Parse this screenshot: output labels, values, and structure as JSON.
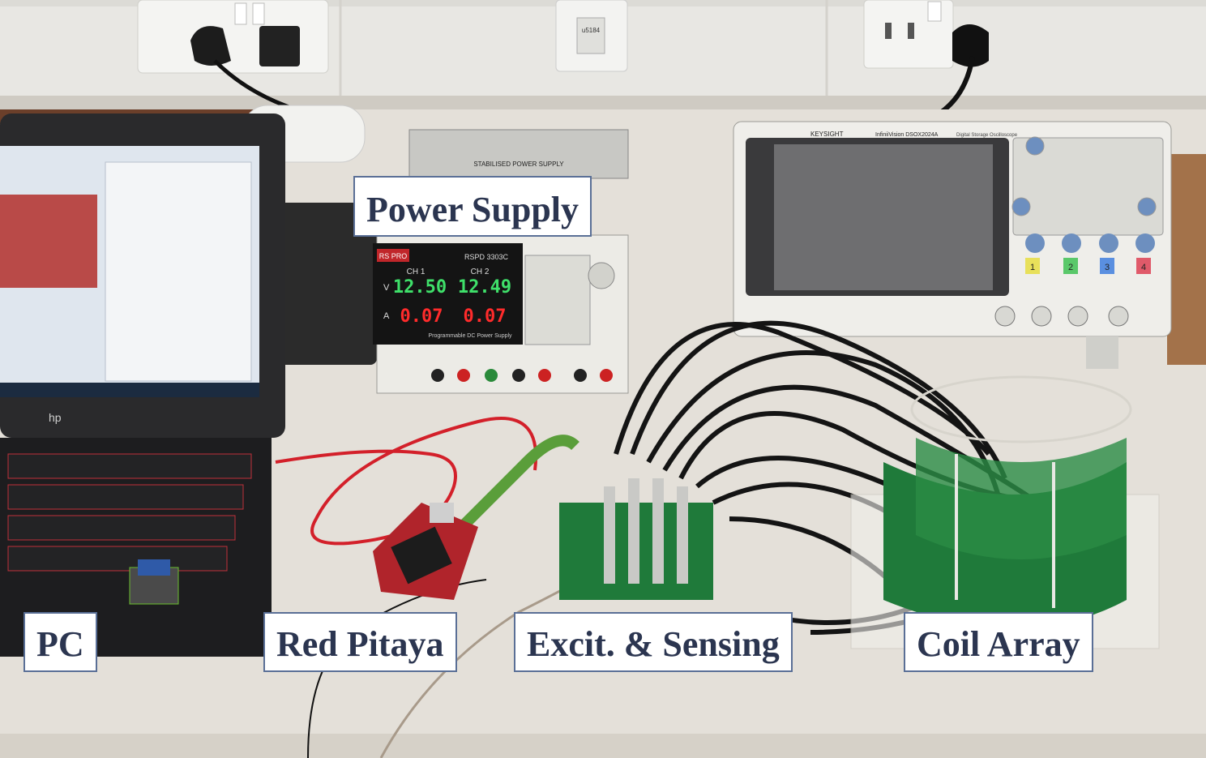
{
  "labels": {
    "power_supply": "Power Supply",
    "pc": "PC",
    "red_pitaya": "Red Pitaya",
    "excitation_sensing": "Excit. & Sensing",
    "coil_array": "Coil Array"
  },
  "power_supply_unit": {
    "brand": "RS PRO",
    "model": "RSPD 3303C",
    "caption": "Programmable DC Power Supply",
    "ch1_label": "CH 1",
    "ch2_label": "CH 2",
    "ch1_voltage": "12.50",
    "ch2_voltage": "12.49",
    "ch1_current": "0.07",
    "ch2_current": "0.07",
    "volt_unit": "V",
    "amp_unit": "A",
    "stabilised_label": "STABILISED POWER SUPPLY"
  },
  "oscilloscope": {
    "brand": "KEYSIGHT",
    "model": "InfiniiVision DSOX2024A",
    "subtitle": "Digital Storage Oscilloscope",
    "channels": [
      "1",
      "2",
      "3",
      "4"
    ]
  },
  "laptop": {
    "logo": "hp"
  },
  "wall": {
    "socket_label": "u5184"
  },
  "colors": {
    "label_border": "#5a6f96",
    "label_text": "#2b3550",
    "segment_green": "#3fe06a",
    "segment_red": "#ff2b2b",
    "pcb_green": "#1f7a3a",
    "red_pitaya_board": "#b0242b"
  }
}
